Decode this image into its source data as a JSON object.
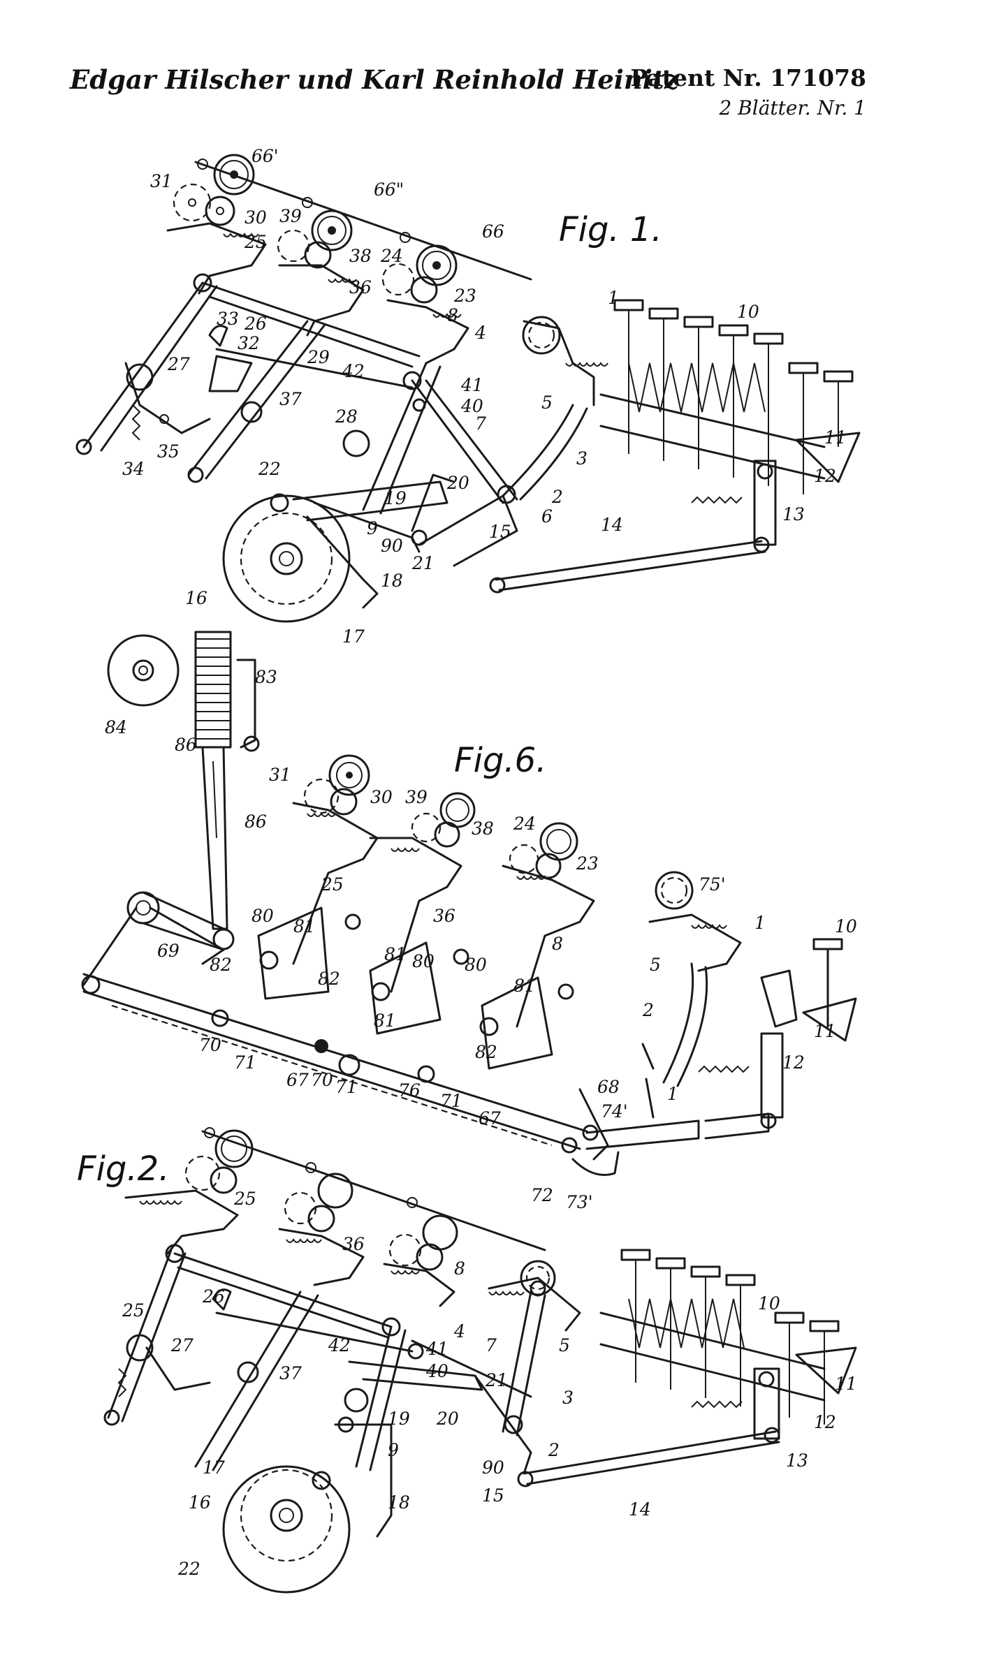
{
  "header": {
    "authors": "Edgar Hilscher und Karl Reinhold Heinitz",
    "patent_label": "Patent Nr.",
    "patent_number": "171078",
    "sheet_info": "2 Blätter. Nr. 1"
  },
  "figures": {
    "fig1": {
      "title": "Fig. 1.",
      "labels": [
        "66'",
        "31",
        "30",
        "66\"",
        "39",
        "38",
        "66",
        "24",
        "23",
        "25",
        "36",
        "8",
        "4",
        "26",
        "33",
        "32",
        "29",
        "42",
        "41",
        "40",
        "1",
        "10",
        "27",
        "37",
        "28",
        "7",
        "5",
        "3",
        "34",
        "35",
        "22",
        "19",
        "20",
        "9",
        "2",
        "6",
        "15",
        "90",
        "21",
        "14",
        "13",
        "11",
        "12",
        "16",
        "18",
        "17"
      ]
    },
    "fig6": {
      "title": "Fig.6.",
      "labels": [
        "84",
        "83",
        "86",
        "86",
        "31",
        "30",
        "39",
        "38",
        "24",
        "23",
        "75'",
        "1",
        "25",
        "36",
        "8",
        "5",
        "10",
        "80",
        "81",
        "69",
        "82",
        "80",
        "81",
        "80",
        "81",
        "82",
        "81",
        "82",
        "2",
        "11",
        "12",
        "70",
        "71",
        "67",
        "70",
        "71",
        "76",
        "71",
        "67",
        "68",
        "74'",
        "1",
        "72",
        "73'"
      ]
    },
    "fig2": {
      "title": "Fig.2.",
      "labels": [
        "25",
        "36",
        "8",
        "25",
        "26",
        "42",
        "4",
        "10",
        "27",
        "41",
        "40",
        "7",
        "5",
        "37",
        "21",
        "3",
        "11",
        "19",
        "20",
        "12",
        "9",
        "2",
        "13",
        "17",
        "90",
        "15",
        "16",
        "18",
        "14",
        "22"
      ]
    }
  }
}
